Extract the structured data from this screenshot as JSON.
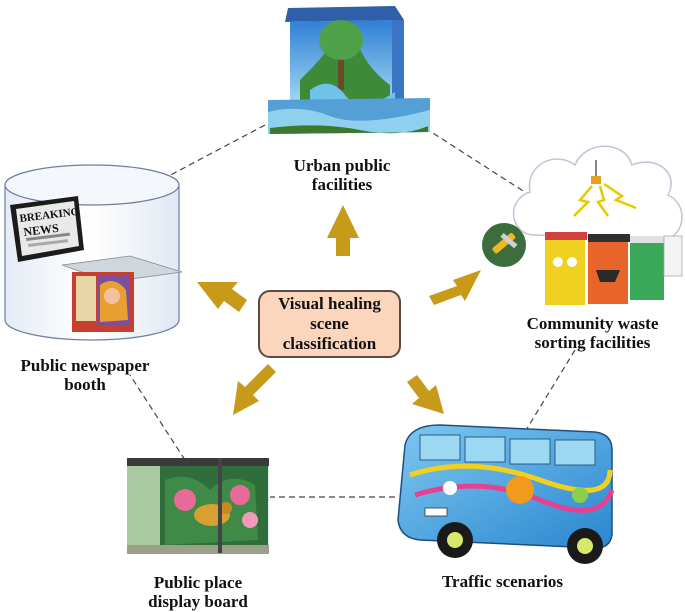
{
  "center": {
    "line1": "Visual healing",
    "line2": "scene",
    "line3": "classification"
  },
  "nodes": {
    "urban": {
      "line1": "Urban public",
      "line2": "facilities"
    },
    "waste": {
      "line1": "Community waste",
      "line2": "sorting facilities"
    },
    "traffic": {
      "line1": "Traffic scenarios"
    },
    "display": {
      "line1": "Public place",
      "line2": "display board"
    },
    "newspaper": {
      "line1": "Public newspaper",
      "line2": "booth"
    }
  },
  "images": {
    "newspaper_tablet_text_1": "BREAKING",
    "newspaper_tablet_text_2": "NEWS"
  },
  "colors": {
    "arrow": "#c89a1a",
    "center_fill": "#fcd5bd",
    "connector": "#444444"
  }
}
